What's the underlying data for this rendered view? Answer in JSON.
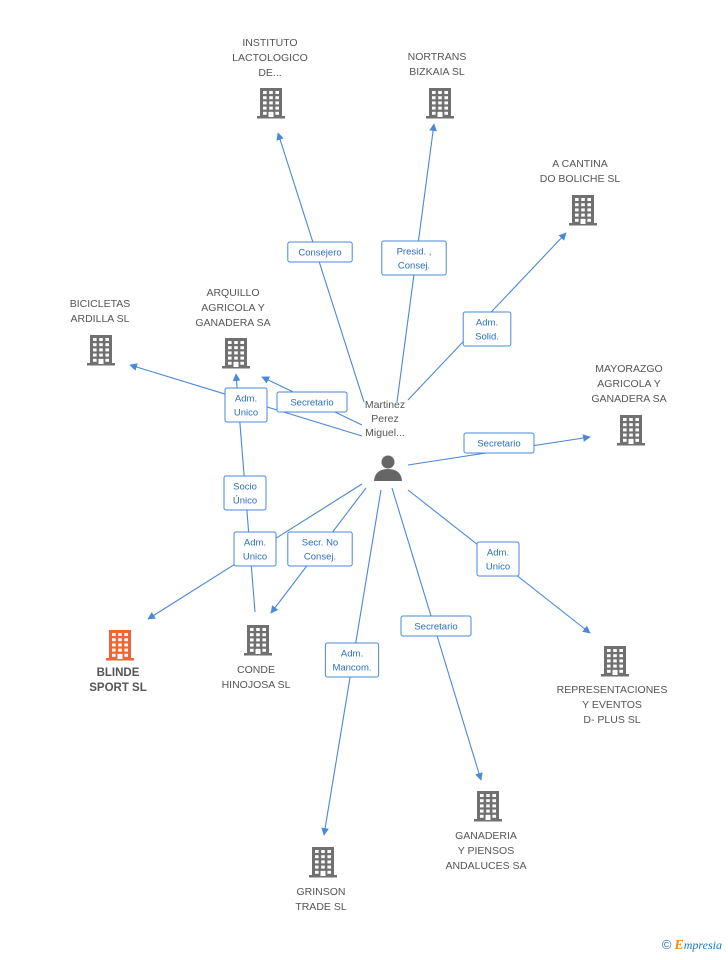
{
  "center": {
    "lines": [
      "Martinez",
      "Perez",
      "Miguel..."
    ],
    "icon": "person-icon"
  },
  "companies": [
    {
      "id": "instituto",
      "lines": [
        "INSTITUTO",
        "LACTOLOGICO",
        "DE..."
      ],
      "highlight": false
    },
    {
      "id": "nortrans",
      "lines": [
        "NORTRANS",
        "BIZKAIA SL"
      ],
      "highlight": false
    },
    {
      "id": "acantina",
      "lines": [
        "A CANTINA",
        "DO BOLICHE SL"
      ],
      "highlight": false
    },
    {
      "id": "bicicletas",
      "lines": [
        "BICICLETAS",
        "ARDILLA SL"
      ],
      "highlight": false
    },
    {
      "id": "arquillo",
      "lines": [
        "ARQUILLO",
        "AGRICOLA Y",
        "GANADERA SA"
      ],
      "highlight": false
    },
    {
      "id": "mayorazgo",
      "lines": [
        "MAYORAZGO",
        "AGRICOLA Y",
        "GANADERA SA"
      ],
      "highlight": false
    },
    {
      "id": "blinde",
      "lines": [
        "BLINDE",
        "SPORT SL"
      ],
      "highlight": true
    },
    {
      "id": "conde",
      "lines": [
        "CONDE",
        "HINOJOSA SL"
      ],
      "highlight": false
    },
    {
      "id": "representaciones",
      "lines": [
        "REPRESENTACIONES",
        "Y EVENTOS",
        "D- PLUS SL"
      ],
      "highlight": false
    },
    {
      "id": "ganaderia",
      "lines": [
        "GANADERIA",
        "Y PIENSOS",
        "ANDALUCES SA"
      ],
      "highlight": false
    },
    {
      "id": "grinson",
      "lines": [
        "GRINSON",
        "TRADE SL"
      ],
      "highlight": false
    }
  ],
  "edges": [
    {
      "target": "instituto",
      "lines": [
        "Consejero"
      ]
    },
    {
      "target": "nortrans",
      "lines": [
        "Presid. ,",
        "Consej."
      ]
    },
    {
      "target": "acantina",
      "lines": [
        "Adm.",
        "Solid."
      ]
    },
    {
      "target": "bicicletas",
      "lines": [
        "Adm.",
        "Unico"
      ]
    },
    {
      "target": "arquillo",
      "lines": [
        "Secretario"
      ]
    },
    {
      "target": "mayorazgo",
      "lines": [
        "Secretario"
      ]
    },
    {
      "target": "representaciones",
      "lines": [
        "Adm.",
        "Unico"
      ]
    },
    {
      "target": "ganaderia",
      "lines": [
        "Secretario"
      ]
    },
    {
      "target": "grinson",
      "lines": [
        "Adm.",
        "Mancom."
      ]
    },
    {
      "target": "conde",
      "lines": [
        "Secr.  No",
        "Consej."
      ]
    },
    {
      "target": "blinde",
      "lines": [
        "Adm.",
        "Unico"
      ]
    },
    {
      "target": "arquillo",
      "lines": [
        "Socio",
        "Único"
      ],
      "from": "conde"
    }
  ],
  "colors": {
    "building": "#707070",
    "highlight": "#f26430",
    "edge": "#4a88d8",
    "label_text": "#2a6ebb",
    "person": "#666666"
  },
  "footer": {
    "copyright": "©",
    "brand_first": "E",
    "brand_rest": "mpresia"
  }
}
